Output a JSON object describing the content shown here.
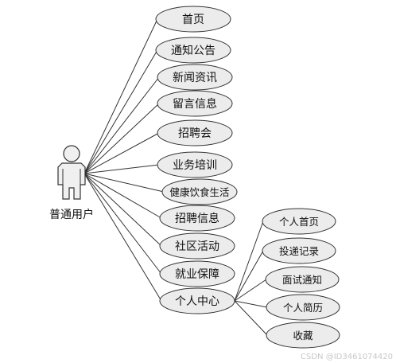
{
  "actor": {
    "name": "普通用户"
  },
  "use_cases": [
    {
      "id": "home",
      "label": "首页"
    },
    {
      "id": "notice",
      "label": "通知公告"
    },
    {
      "id": "news",
      "label": "新闻资讯"
    },
    {
      "id": "message",
      "label": "留言信息"
    },
    {
      "id": "job-fair",
      "label": "招聘会"
    },
    {
      "id": "training",
      "label": "业务培训"
    },
    {
      "id": "health",
      "label": "健康饮食生活"
    },
    {
      "id": "recruit",
      "label": "招聘信息"
    },
    {
      "id": "community",
      "label": "社区活动"
    },
    {
      "id": "employment",
      "label": "就业保障"
    },
    {
      "id": "personal-center",
      "label": "个人中心"
    }
  ],
  "sub_use_cases": [
    {
      "id": "personal-home",
      "label": "个人首页"
    },
    {
      "id": "delivery-record",
      "label": "投递记录"
    },
    {
      "id": "interview-notice",
      "label": "面试通知"
    },
    {
      "id": "resume",
      "label": "个人简历"
    },
    {
      "id": "favorites",
      "label": "收藏"
    }
  ],
  "watermark": "CSDN @ID3461074420"
}
